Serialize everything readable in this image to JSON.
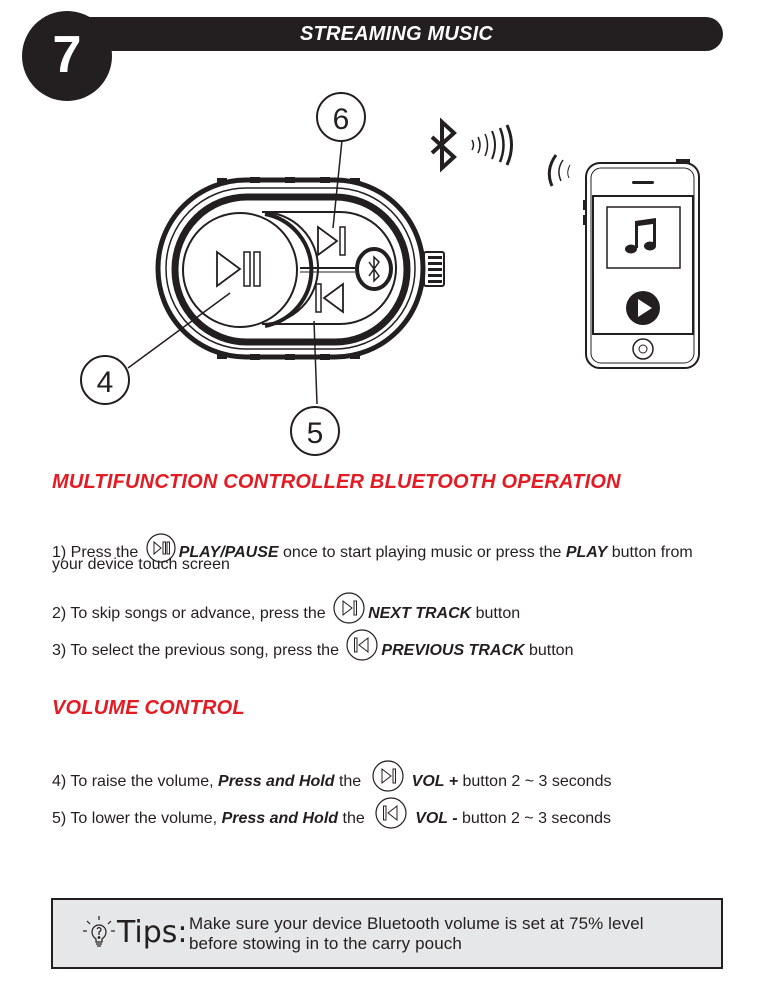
{
  "header": {
    "step": "7",
    "title": "STREAMING MUSIC"
  },
  "illustration": {
    "callouts": [
      "6",
      "4",
      "5"
    ]
  },
  "section1": {
    "heading": "MULTIFUNCTION CONTROLLER BLUETOOTH OPERATION",
    "items": [
      {
        "pre": "1) Press the ",
        "bold": "PLAY/PAUSE",
        "post": "  once to start playing music or press the ",
        "bold2": "PLAY",
        "post2": " button from",
        "line2": "your device touch screen"
      },
      {
        "pre": "2) To skip songs or advance, press the ",
        "bold": "NEXT TRACK",
        "post": " button"
      },
      {
        "pre": "3) To select the previous song, press the ",
        "bold": "PREVIOUS TRACK",
        "post": " button"
      }
    ]
  },
  "section2": {
    "heading": "VOLUME CONTROL",
    "items": [
      {
        "pre": "4) To raise the volume, ",
        "bold": "Press and Hold",
        "mid": " the ",
        "bold2": "VOL +",
        "post": " button 2 ~ 3 seconds"
      },
      {
        "pre": "5) To lower the volume, ",
        "bold": "Press and Hold",
        "mid": " the ",
        "bold2": "VOL -",
        "post": " button 2 ~ 3 seconds"
      }
    ]
  },
  "tips": {
    "label": "Tips:",
    "line1": "Make sure your device Bluetooth volume is set at 75% level",
    "line2": "before stowing in to the carry pouch"
  }
}
